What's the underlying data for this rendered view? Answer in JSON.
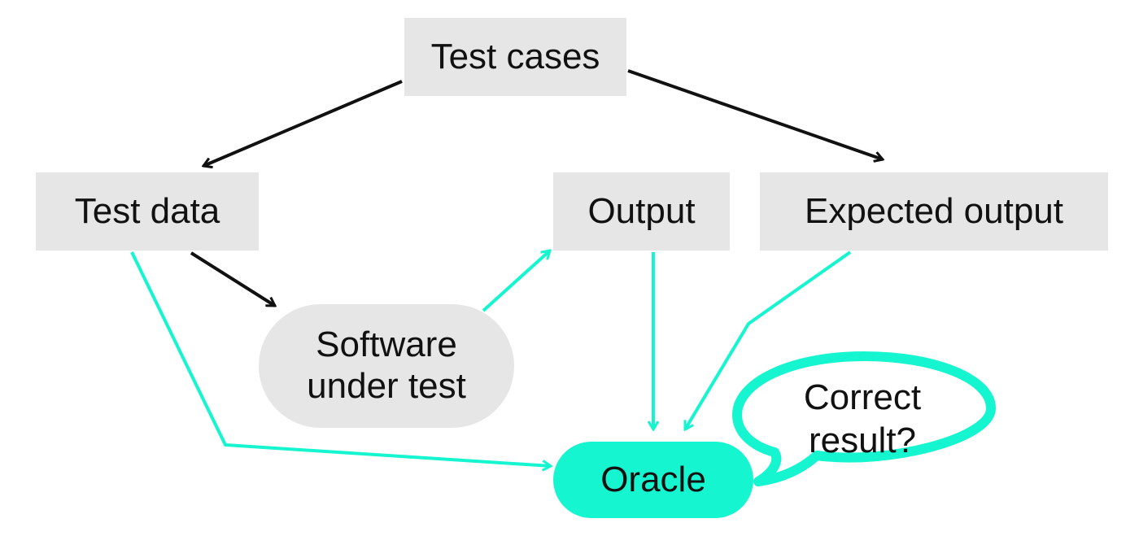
{
  "nodes": {
    "test_cases": "Test cases",
    "test_data": "Test data",
    "output": "Output",
    "expected_output": "Expected output",
    "software_line1": "Software",
    "software_line2": "under test",
    "oracle": "Oracle"
  },
  "callout": {
    "line1": "Correct",
    "line2": "result?"
  },
  "colors": {
    "box": "#e6e6e6",
    "accent": "#15f5cf",
    "arrow_black": "#111111"
  }
}
